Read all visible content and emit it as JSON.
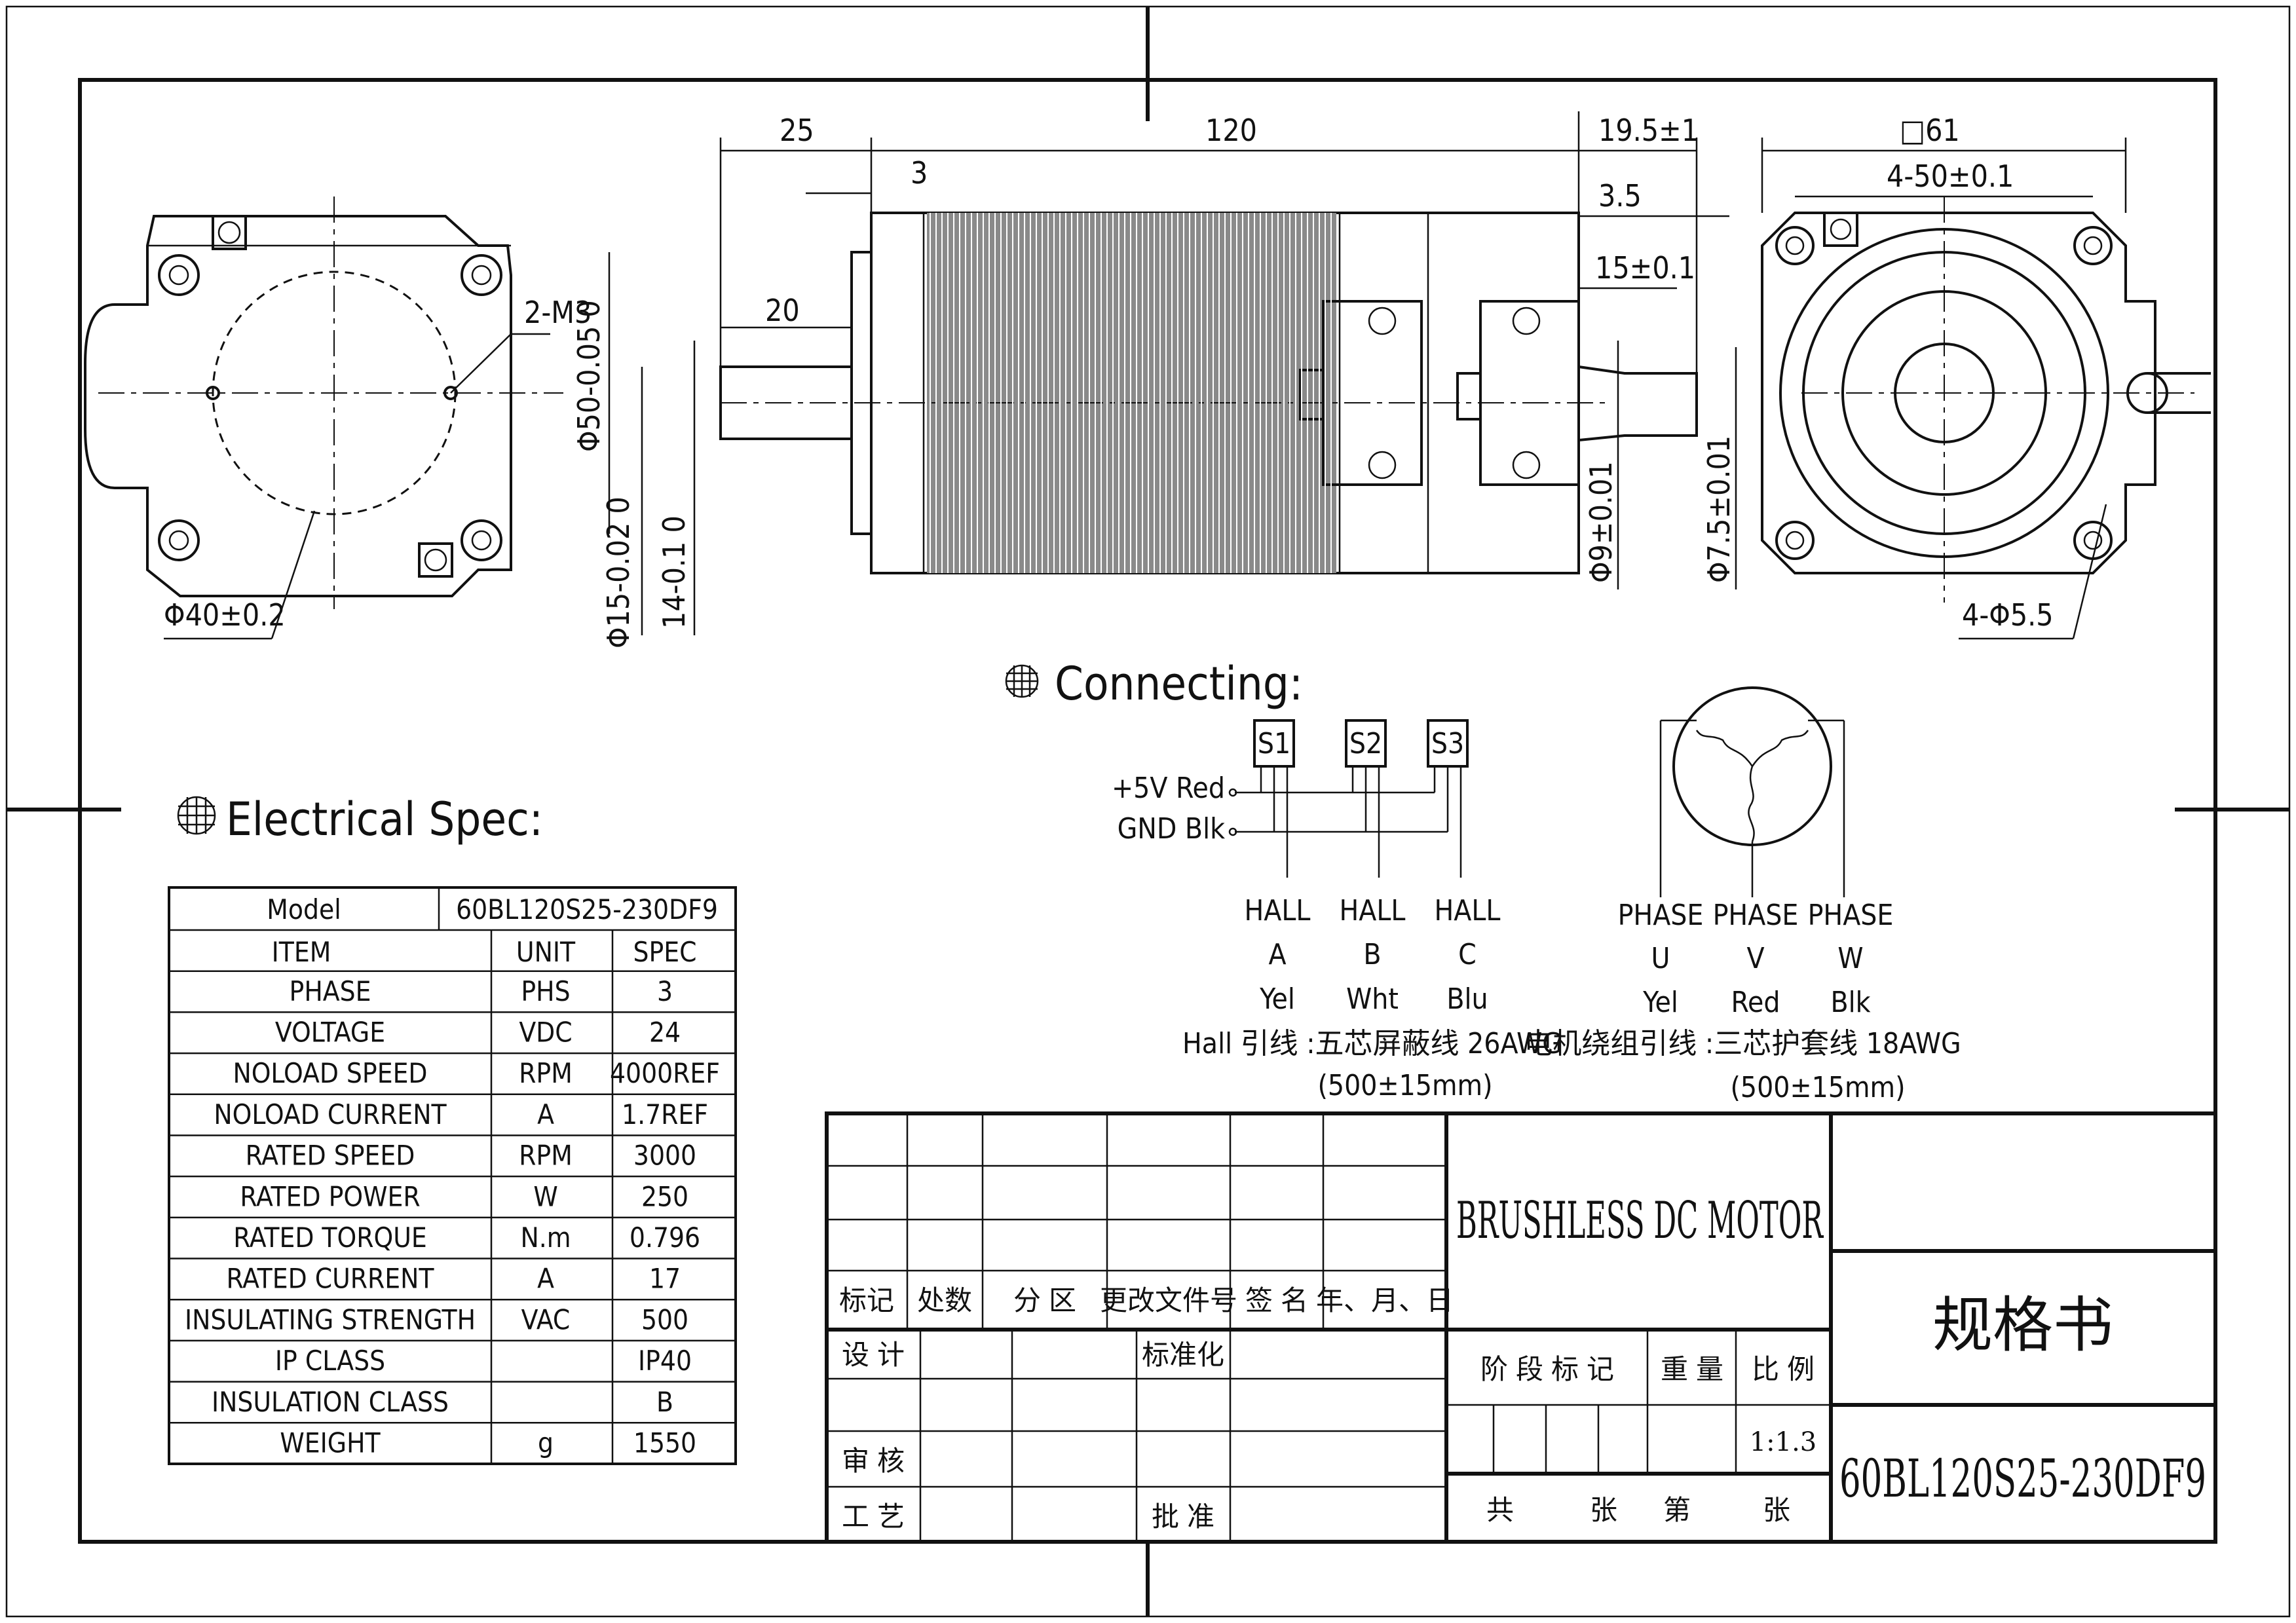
{
  "drawing": {
    "dimensions": {
      "d25": "25",
      "d120": "120",
      "d3": "3",
      "d20": "20",
      "d19_5": "19.5±1",
      "d3_5": "3.5",
      "d15": "15±0.1",
      "sq61": "□61",
      "pcd": "4-50±0.1",
      "m3": "2-M3",
      "dia40": "Φ40±0.2",
      "dia50": "Φ50-0.05 0",
      "dia15": "Φ15-0.02 0",
      "d14": "14-0.1 0",
      "dia9": "Φ9±0.01",
      "dia7_5": "Φ7.5±0.01",
      "holes": "4-Φ5.5"
    }
  },
  "electrical_spec": {
    "heading": "Electrical Spec:",
    "model_label": "Model",
    "model_value": "60BL120S25-230DF9",
    "columns": [
      "ITEM",
      "UNIT",
      "SPEC"
    ],
    "rows": [
      [
        "PHASE",
        "PHS",
        "3"
      ],
      [
        "VOLTAGE",
        "VDC",
        "24"
      ],
      [
        "NOLOAD SPEED",
        "RPM",
        "4000REF"
      ],
      [
        "NOLOAD CURRENT",
        "A",
        "1.7REF"
      ],
      [
        "RATED SPEED",
        "RPM",
        "3000"
      ],
      [
        "RATED POWER",
        "W",
        "250"
      ],
      [
        "RATED TORQUE",
        "N.m",
        "0.796"
      ],
      [
        "RATED CURRENT",
        "A",
        "17"
      ],
      [
        "INSULATING STRENGTH",
        "VAC",
        "500"
      ],
      [
        "IP CLASS",
        "",
        "IP40"
      ],
      [
        "INSULATION CLASS",
        "",
        "B"
      ],
      [
        "WEIGHT",
        "g",
        "1550"
      ]
    ]
  },
  "connecting": {
    "heading": "Connecting:",
    "sensors": [
      "S1",
      "S2",
      "S3"
    ],
    "supply": [
      "+5V Red",
      "GND Blk"
    ],
    "hall": [
      {
        "l1": "HALL",
        "l2": "A",
        "l3": "Yel"
      },
      {
        "l1": "HALL",
        "l2": "B",
        "l3": "Wht"
      },
      {
        "l1": "HALL",
        "l2": "C",
        "l3": "Blu"
      }
    ],
    "phase": [
      {
        "l1": "PHASE",
        "l2": "U",
        "l3": "Yel"
      },
      {
        "l1": "PHASE",
        "l2": "V",
        "l3": "Red"
      },
      {
        "l1": "PHASE",
        "l2": "W",
        "l3": "Blk"
      }
    ],
    "hall_cable": "Hall 引线 :五芯屏蔽线 26AWG",
    "hall_length": "(500±15mm)",
    "motor_cable": "电机绕组引线 :三芯护套线 18AWG",
    "motor_length": "(500±15mm)"
  },
  "title_block": {
    "rev_headers": [
      "标记",
      "处数",
      "分 区",
      "更改文件号",
      "签 名",
      "年、月、日"
    ],
    "design": "设 计",
    "standardize": "标准化",
    "review": "审 核",
    "process": "工 艺",
    "approve": "批 准",
    "product_name": "BRUSHLESS DC MOTOR",
    "stage_label": "阶 段 标 记",
    "weight_label": "重 量",
    "scale_label": "比 例",
    "scale_value": "1:1.3",
    "sheets": [
      "共",
      "张",
      "第",
      "张"
    ],
    "doc_type": "规格书",
    "part_number": "60BL120S25-230DF9"
  }
}
